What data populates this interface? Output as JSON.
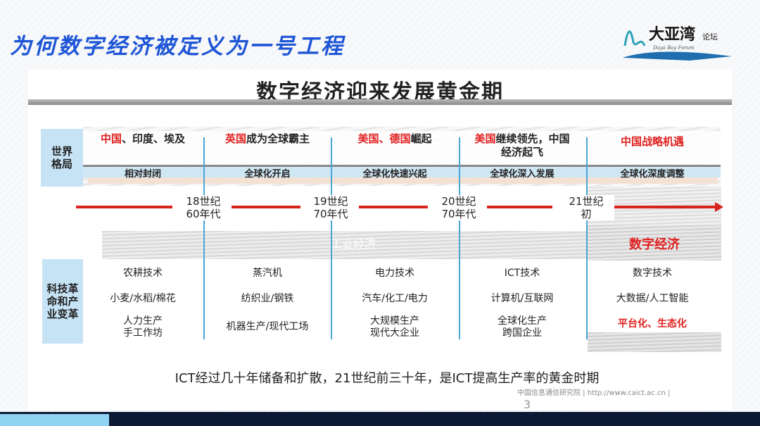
{
  "header": {
    "title": "为何数字经济被定义为一号工程",
    "logo_text": "大亚湾论坛",
    "logo_sub": "Daya Bay Forum"
  },
  "slide": {
    "subtitle": "数字经济迎来发展黄金期",
    "world": {
      "label": "世界格局",
      "columns": [
        {
          "red": "中国",
          "rest": "、印度、埃及",
          "glob": "相对封闭"
        },
        {
          "red": "英国",
          "rest": "成为全球霸主",
          "glob": "全球化开启"
        },
        {
          "red": "美国、德国",
          "rest": "崛起",
          "glob": "全球化快速兴起"
        },
        {
          "red": "美国",
          "rest": "继续领先，中国经济起飞",
          "glob": "全球化深入发展"
        },
        {
          "red": "中国战略机遇",
          "rest": "",
          "glob": "全球化深度调整"
        }
      ]
    },
    "timeline": [
      {
        "l1": "18世纪",
        "l2": "60年代"
      },
      {
        "l1": "19世纪",
        "l2": "70年代"
      },
      {
        "l1": "20世纪",
        "l2": "70年代"
      },
      {
        "l1": "21世纪",
        "l2": "初"
      }
    ],
    "eras": {
      "industrial": "工业经济",
      "digital": "数字经济"
    },
    "tech": {
      "label": "科技革命和产业变革",
      "columns": [
        [
          "农耕技术",
          "小麦/水稻/棉花",
          "人力生产\n手工作坊"
        ],
        [
          "蒸汽机",
          "纺织业/钢铁",
          "机器生产/现代工场"
        ],
        [
          "电力技术",
          "汽车/化工/电力",
          "大规模生产\n现代大企业"
        ],
        [
          "ICT技术",
          "计算机/互联网",
          "全球化生产\n跨国企业"
        ],
        [
          "数字技术",
          "大数据/人工智能",
          "平台化、生态化"
        ]
      ]
    },
    "conclusion": "ICT经过几十年储备和扩散，21世纪前三十年，是ICT提高生产率的黄金时期",
    "source": "中国信息通信研究院  |  http://www.caict.ac.cn  |",
    "page": "3"
  }
}
